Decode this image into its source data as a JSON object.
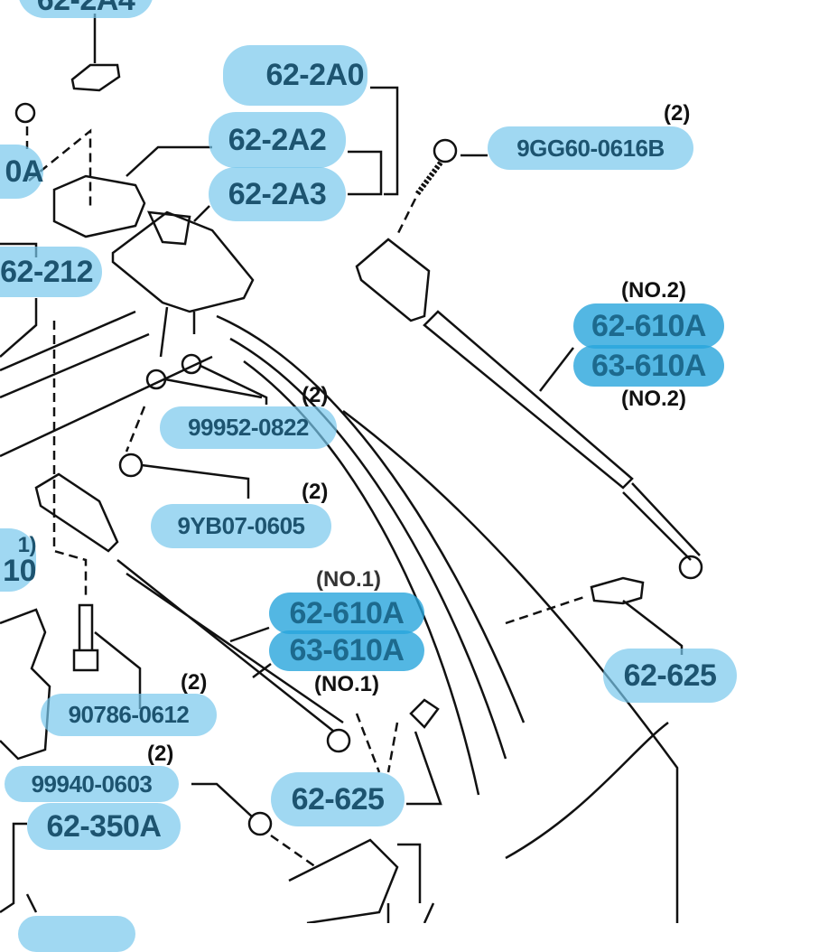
{
  "labels": {
    "p_62_2A4": "62-2A4",
    "p_62_2A0": "62-2A0",
    "p_62_2A2": "62-2A2",
    "p_62_2A3": "62-2A3",
    "p_0A": "0A",
    "p_62_212": "62-212",
    "p_9GG60": "9GG60-0616B",
    "p_62_610A_no2": "62-610A",
    "p_63_610A_no2": "63-610A",
    "p_99952": "99952-0822",
    "p_9YB07": "9YB07-0605",
    "p_left_1": "1)",
    "p_left_10": "10",
    "p_62_610A_no1": "62-610A",
    "p_63_610A_no1": "63-610A",
    "p_62_625_right": "62-625",
    "p_90786": "90786-0612",
    "p_99940": "99940-0603",
    "p_62_350A": "62-350A",
    "p_62_625_left": "62-625"
  },
  "quantities": {
    "q_9GG60": "(2)",
    "q_99952": "(2)",
    "q_9YB07": "(2)",
    "q_90786": "(2)",
    "q_99940": "(2)"
  },
  "notes": {
    "no2_top": "(NO.2)",
    "no2_bottom": "(NO.2)",
    "no1_top": "(NO.1)",
    "no1_bottom": "(NO.1)"
  },
  "colors": {
    "highlight": "#78c8ec",
    "highlight_strong": "#28a5dc",
    "text": "#1d5470"
  }
}
